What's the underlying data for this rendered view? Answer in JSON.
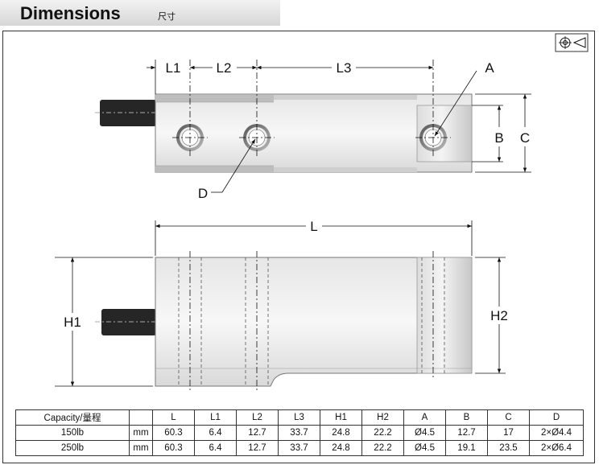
{
  "header": {
    "title": "Dimensions",
    "subtitle": "尺寸"
  },
  "labels": {
    "L1": "L1",
    "L2": "L2",
    "L3": "L3",
    "A": "A",
    "B": "B",
    "C": "C",
    "D": "D",
    "L": "L",
    "H1": "H1",
    "H2": "H2"
  },
  "icons": {
    "projection": "projection-symbol-icon"
  },
  "table": {
    "headers": [
      "Capacity/量程",
      "",
      "L",
      "L1",
      "L2",
      "L3",
      "H1",
      "H2",
      "A",
      "B",
      "C",
      "D"
    ],
    "rows": [
      [
        "150lb",
        "mm",
        "60.3",
        "6.4",
        "12.7",
        "33.7",
        "24.8",
        "22.2",
        "Ø4.5",
        "12.7",
        "17",
        "2×Ø4.4"
      ],
      [
        "250lb",
        "mm",
        "60.3",
        "6.4",
        "12.7",
        "33.7",
        "24.8",
        "22.2",
        "Ø4.5",
        "19.1",
        "23.5",
        "2×Ø6.4"
      ]
    ]
  }
}
